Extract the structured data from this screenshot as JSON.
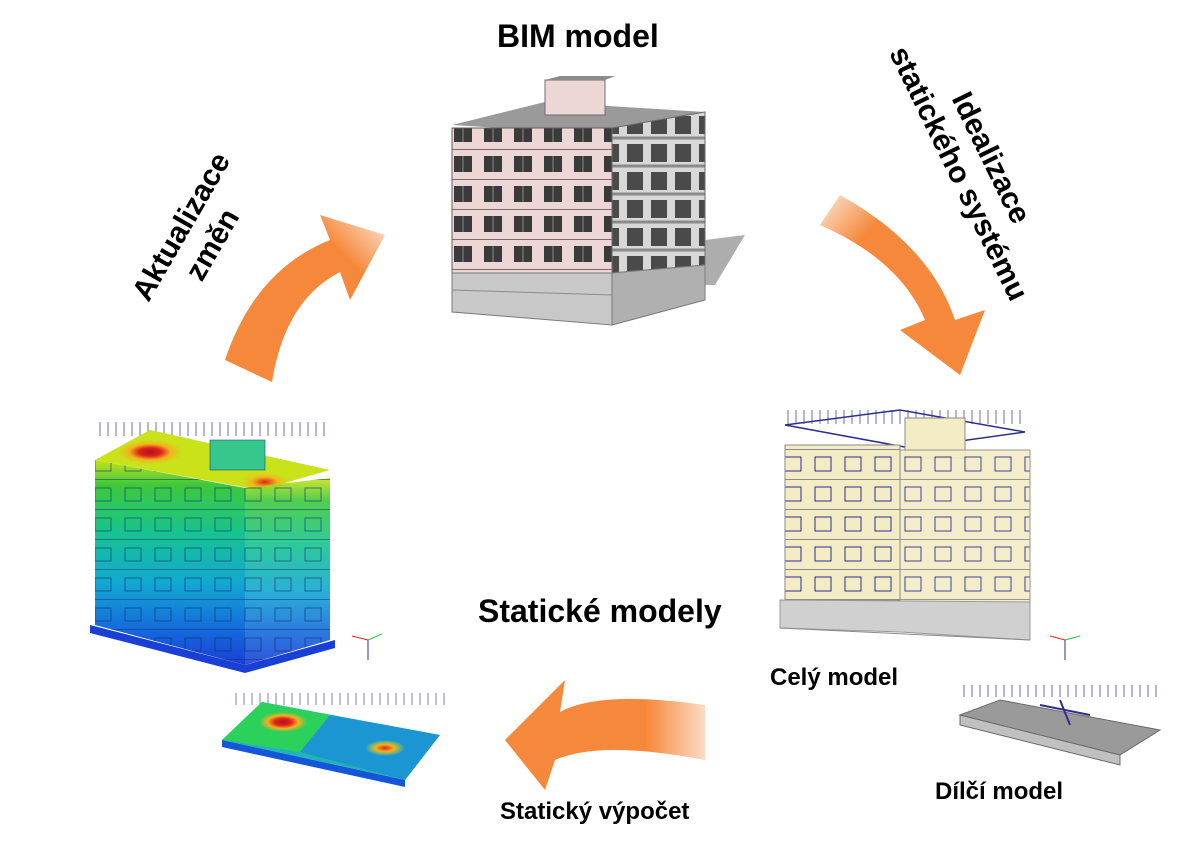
{
  "labels": {
    "bim_model": "BIM model",
    "idealization": [
      "Idealizace",
      "statického systému"
    ],
    "update": [
      "Aktualizace",
      "změn"
    ],
    "static_models": "Statické modely",
    "whole_model": "Celý model",
    "partial_model": "Dílčí model",
    "static_calc": "Statický výpočet"
  },
  "colors": {
    "arrow": "#f5883a",
    "bim_facade": "#ecd6d6",
    "bim_base": "#bdbdbd",
    "static_fill": "#f3ecc4",
    "load_lines": "#2b2f8f",
    "result_high": "#e0231d",
    "result_mid": "#25c23a",
    "result_low": "#1456d8"
  }
}
